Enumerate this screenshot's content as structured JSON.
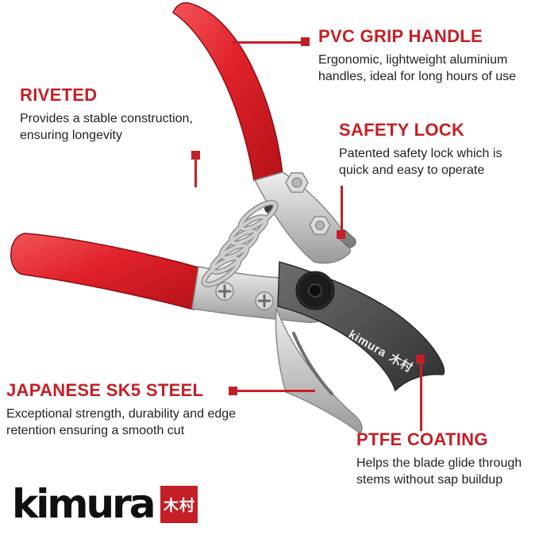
{
  "callouts": {
    "pvc_grip_handle": {
      "title": "PVC GRIP HANDLE",
      "body": "Ergonomic, lightweight aluminium handles, ideal for long hours of use"
    },
    "riveted": {
      "title": "RIVETED",
      "body": "Provides a stable construction, ensuring longevity"
    },
    "safety_lock": {
      "title": "SAFETY LOCK",
      "body": "Patented safety lock which is quick and easy to operate"
    },
    "japanese_sk5_steel": {
      "title": "JAPANESE SK5 STEEL",
      "body": "Exceptional strength, durability and edge retention ensuring a smooth cut"
    },
    "ptfe_coating": {
      "title": "PTFE COATING",
      "body": "Helps the blade glide through stems without sap buildup"
    }
  },
  "brand": {
    "wordmark": "kimura",
    "kanji": "木村"
  },
  "blade_marking": {
    "wordmark": "kimura",
    "kanji": "木村"
  },
  "colors": {
    "accent_red": "#c41f26",
    "body_text": "#232323",
    "handle_red": "#e02128",
    "metal": "#c6c6c6",
    "blade_dark": "#4a4a4a"
  }
}
